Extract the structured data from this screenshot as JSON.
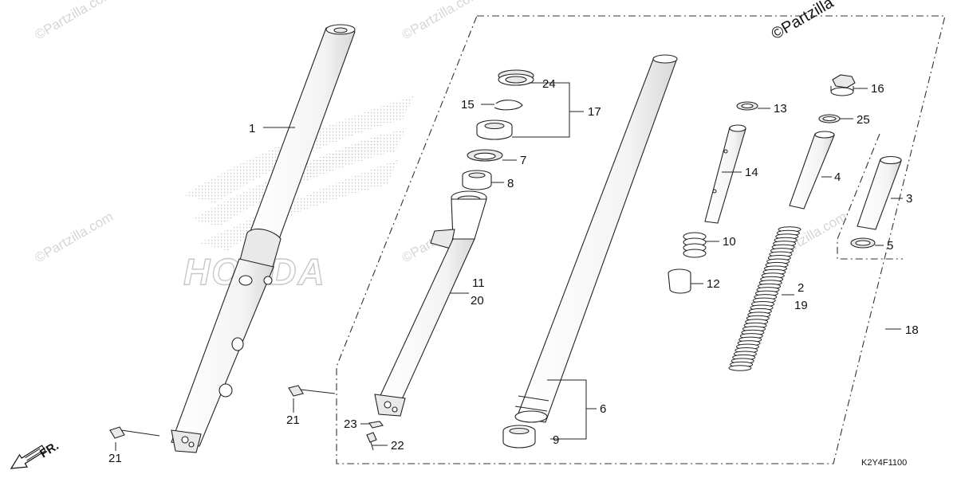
{
  "diagram": {
    "drawing_code": "K2Y4F1100",
    "direction_label": "FR.",
    "copyright_mark": "©Partzilla",
    "watermark_text": "©Partzilla.com",
    "brand_wordmark": "HONDA",
    "colors": {
      "line": "#222222",
      "watermark": "#d6d6d6",
      "background": "#ffffff"
    },
    "callouts": [
      {
        "id": "c1",
        "text": "1"
      },
      {
        "id": "c2",
        "text": "2"
      },
      {
        "id": "c3",
        "text": "3"
      },
      {
        "id": "c4",
        "text": "4"
      },
      {
        "id": "c5",
        "text": "5"
      },
      {
        "id": "c6",
        "text": "6"
      },
      {
        "id": "c7",
        "text": "7"
      },
      {
        "id": "c8",
        "text": "8"
      },
      {
        "id": "c9",
        "text": "9"
      },
      {
        "id": "c10",
        "text": "10"
      },
      {
        "id": "c11",
        "text": "11"
      },
      {
        "id": "c12",
        "text": "12"
      },
      {
        "id": "c13",
        "text": "13"
      },
      {
        "id": "c14",
        "text": "14"
      },
      {
        "id": "c15",
        "text": "15"
      },
      {
        "id": "c16",
        "text": "16"
      },
      {
        "id": "c17",
        "text": "17"
      },
      {
        "id": "c18",
        "text": "18"
      },
      {
        "id": "c19",
        "text": "19"
      },
      {
        "id": "c20",
        "text": "20"
      },
      {
        "id": "c21a",
        "text": "21"
      },
      {
        "id": "c21b",
        "text": "21"
      },
      {
        "id": "c22",
        "text": "22"
      },
      {
        "id": "c23",
        "text": "23"
      },
      {
        "id": "c24",
        "text": "24"
      },
      {
        "id": "c25",
        "text": "25"
      }
    ]
  }
}
